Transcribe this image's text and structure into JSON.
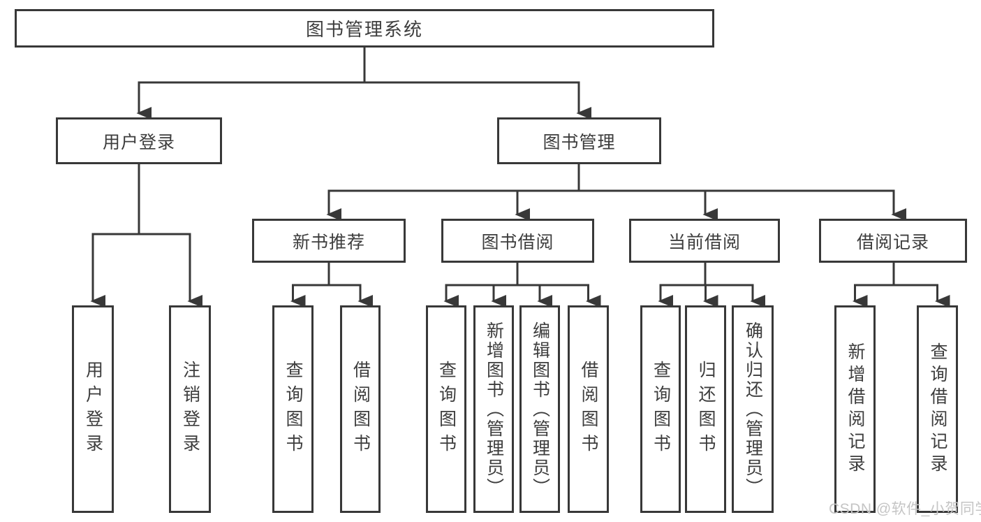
{
  "tree": {
    "root": "图书管理系统",
    "branches": [
      {
        "label": "用户登录",
        "children": [
          "用户登录",
          "注销登录"
        ]
      },
      {
        "label": "图书管理",
        "children": [
          {
            "label": "新书推荐",
            "children": [
              "查询图书",
              "借阅图书"
            ]
          },
          {
            "label": "图书借阅",
            "children": [
              "查询图书",
              "新增图书（管理员）",
              "编辑图书（管理员）",
              "借阅图书"
            ]
          },
          {
            "label": "当前借阅",
            "children": [
              "查询图书",
              "归还图书",
              "确认归还（管理员）"
            ]
          },
          {
            "label": "借阅记录",
            "children": [
              "新增借阅记录",
              "查询借阅记录"
            ]
          }
        ]
      }
    ]
  },
  "watermark": {
    "text": "CSDN @软件_小贺同学"
  },
  "colors": {
    "line": "#383838",
    "text": "#3d3d3d",
    "watermark": "#c5c5c5",
    "background": "#ffffff"
  }
}
